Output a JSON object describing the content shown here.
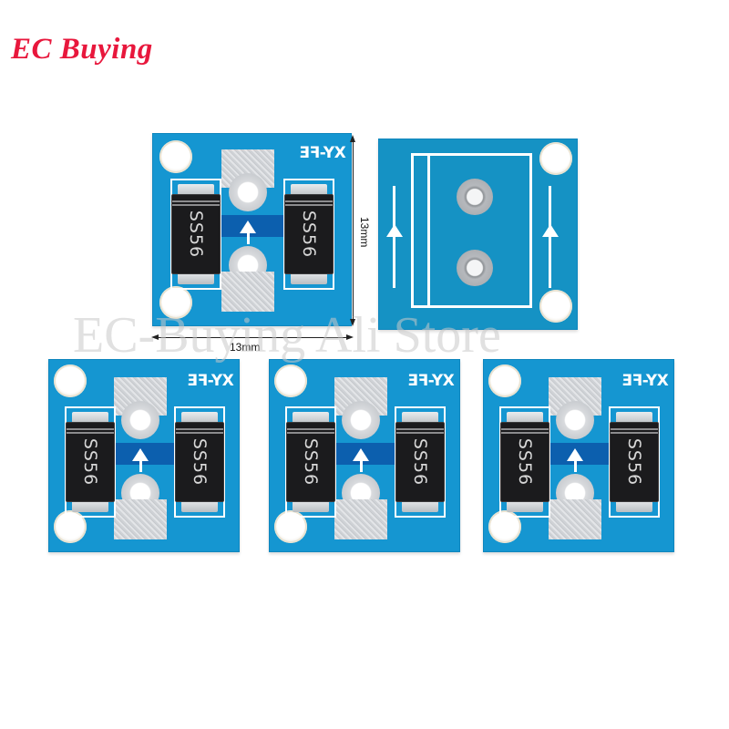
{
  "brand": {
    "logo_text": "EC Buying",
    "logo_color": "#e8173c",
    "watermark": "EC-Buying Ali Store"
  },
  "product": {
    "board_color": "#1596d1",
    "silkscreen_mark": "XY-FE",
    "diode_marking": "SS56",
    "diodes_per_board": 2,
    "front_boards_shown": 4,
    "back_boards_shown": 1
  },
  "dimensions": {
    "width_label": "13mm",
    "height_label": "13mm"
  },
  "boards": [
    {
      "id": "front-1",
      "side": "front",
      "mark": "XY-FE",
      "diode_left": "SS56",
      "diode_right": "SS56"
    },
    {
      "id": "back-1",
      "side": "back"
    },
    {
      "id": "front-2",
      "side": "front",
      "mark": "XY-FE",
      "diode_left": "SS56",
      "diode_right": "SS56"
    },
    {
      "id": "front-3",
      "side": "front",
      "mark": "XY-FE",
      "diode_left": "SS56",
      "diode_right": "SS56"
    },
    {
      "id": "front-4",
      "side": "front",
      "mark": "XY-FE",
      "diode_left": "SS56",
      "diode_right": "SS56"
    }
  ]
}
